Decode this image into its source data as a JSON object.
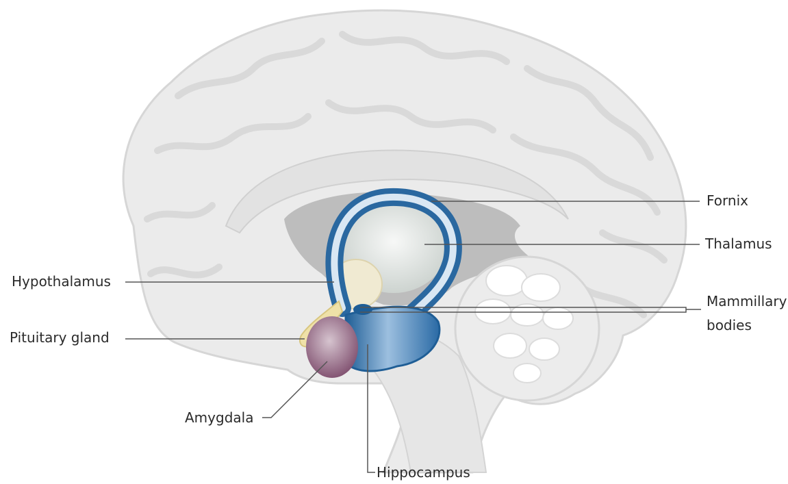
{
  "diagram": {
    "type": "anatomical-illustration",
    "subject": "brain-sagittal-section-limbic-system",
    "labels": {
      "fornix": "Fornix",
      "thalamus": "Thalamus",
      "hypothalamus": "Hypothalamus",
      "mammillary_bodies_line1": "Mammillary",
      "mammillary_bodies_line2": "bodies",
      "pituitary_gland": "Pituitary gland",
      "amygdala": "Amygdala",
      "hippocampus": "Hippocampus"
    },
    "colors": {
      "background": "#ffffff",
      "brain_tissue": "#ebebeb",
      "brain_outline": "#d6d6d6",
      "ventricle_shadow": "#bdbdbd",
      "fornix_hippocampus": "#2a68a0",
      "fornix_light": "#d9e7f3",
      "thalamus": "#e2e6e4",
      "hypothalamus": "#f0ead2",
      "pituitary": "#efe1a8",
      "amygdala": "#8e5f7c",
      "leader_line": "#555555"
    }
  }
}
